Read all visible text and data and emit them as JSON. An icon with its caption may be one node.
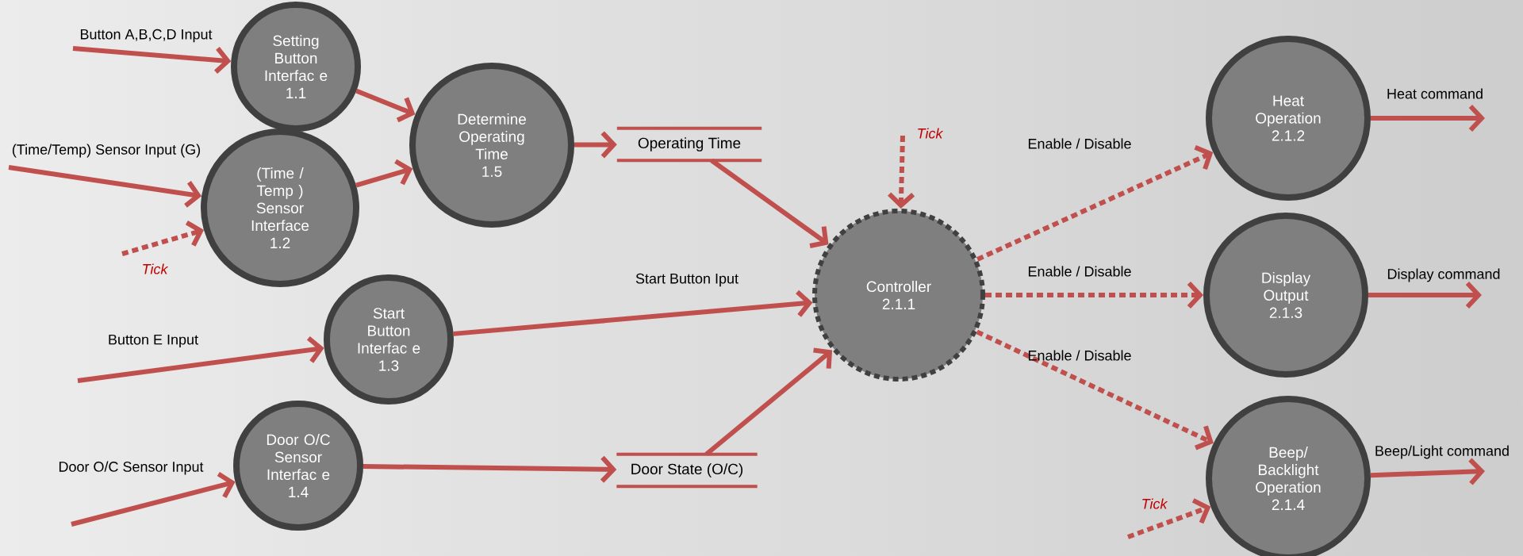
{
  "diagram": {
    "nodes": [
      {
        "text": [
          "Setting Button Interfac e",
          "1.1"
        ]
      },
      {
        "text": [
          "Determine Operating Time",
          "1.5"
        ]
      },
      {
        "text": [
          "(Time / Temp ) Sensor Interface",
          "1.2"
        ]
      },
      {
        "text": [
          "Operating Time"
        ]
      },
      {
        "text": [
          "Start Button Interfac e",
          "1.3"
        ]
      },
      {
        "text": [
          "Controller",
          "2.1.1"
        ]
      },
      {
        "text": [
          "Heat Operation",
          "2.1.2"
        ]
      },
      {
        "text": [
          "Display Output",
          "2.1.3"
        ]
      },
      {
        "text": [
          "Door O/C Sensor Interfac e",
          "1.4"
        ]
      },
      {
        "text": [
          "Door State (O/C)"
        ]
      },
      {
        "text": [
          "Beep/ Backlight Operation",
          "2.1.4"
        ]
      }
    ],
    "edges": [
      {
        "from": null,
        "to": 0,
        "arrow": "to",
        "label": "Button A,B,C,D Input"
      },
      {
        "from": null,
        "to": 2,
        "arrow": "to",
        "label": "(Time/Temp) Sensor Input (G)"
      },
      {
        "from": null,
        "to": 2,
        "arrow": "to",
        "label": "Tick",
        "style": "dashed"
      },
      {
        "from": 0,
        "to": 1,
        "arrow": "to"
      },
      {
        "from": 2,
        "to": 1,
        "arrow": "to"
      },
      {
        "from": 1,
        "to": 3,
        "arrow": "to"
      },
      {
        "from": null,
        "to": 4,
        "arrow": "to",
        "label": "Button E Input"
      },
      {
        "from": 4,
        "to": 5,
        "arrow": "to",
        "label": "Start Button Iput"
      },
      {
        "from": null,
        "to": 8,
        "arrow": "to",
        "label": "Door O/C Sensor Input"
      },
      {
        "from": 8,
        "to": 9,
        "arrow": "to"
      },
      {
        "from": 9,
        "to": 5,
        "arrow": "to"
      },
      {
        "from": 3,
        "to": 5,
        "arrow": "to"
      },
      {
        "from": null,
        "to": 5,
        "arrow": "to",
        "label": "Tick",
        "style": "dashed"
      },
      {
        "from": 5,
        "to": 6,
        "arrow": "to",
        "label": "Enable / Disable",
        "style": "dashed"
      },
      {
        "from": 5,
        "to": 7,
        "arrow": "to",
        "label": "Enable / Disable",
        "style": "dashed"
      },
      {
        "from": 5,
        "to": 10,
        "arrow": "to",
        "label": "Enable / Disable",
        "style": "dashed"
      },
      {
        "from": 6,
        "to": null,
        "arrow": "to",
        "label": "Heat command"
      },
      {
        "from": 7,
        "to": null,
        "arrow": "to",
        "label": "Display command"
      },
      {
        "from": 10,
        "to": null,
        "arrow": "to",
        "label": "Beep/Light command"
      },
      {
        "from": null,
        "to": 10,
        "arrow": "to",
        "label": "Tick",
        "style": "dashed"
      }
    ]
  }
}
